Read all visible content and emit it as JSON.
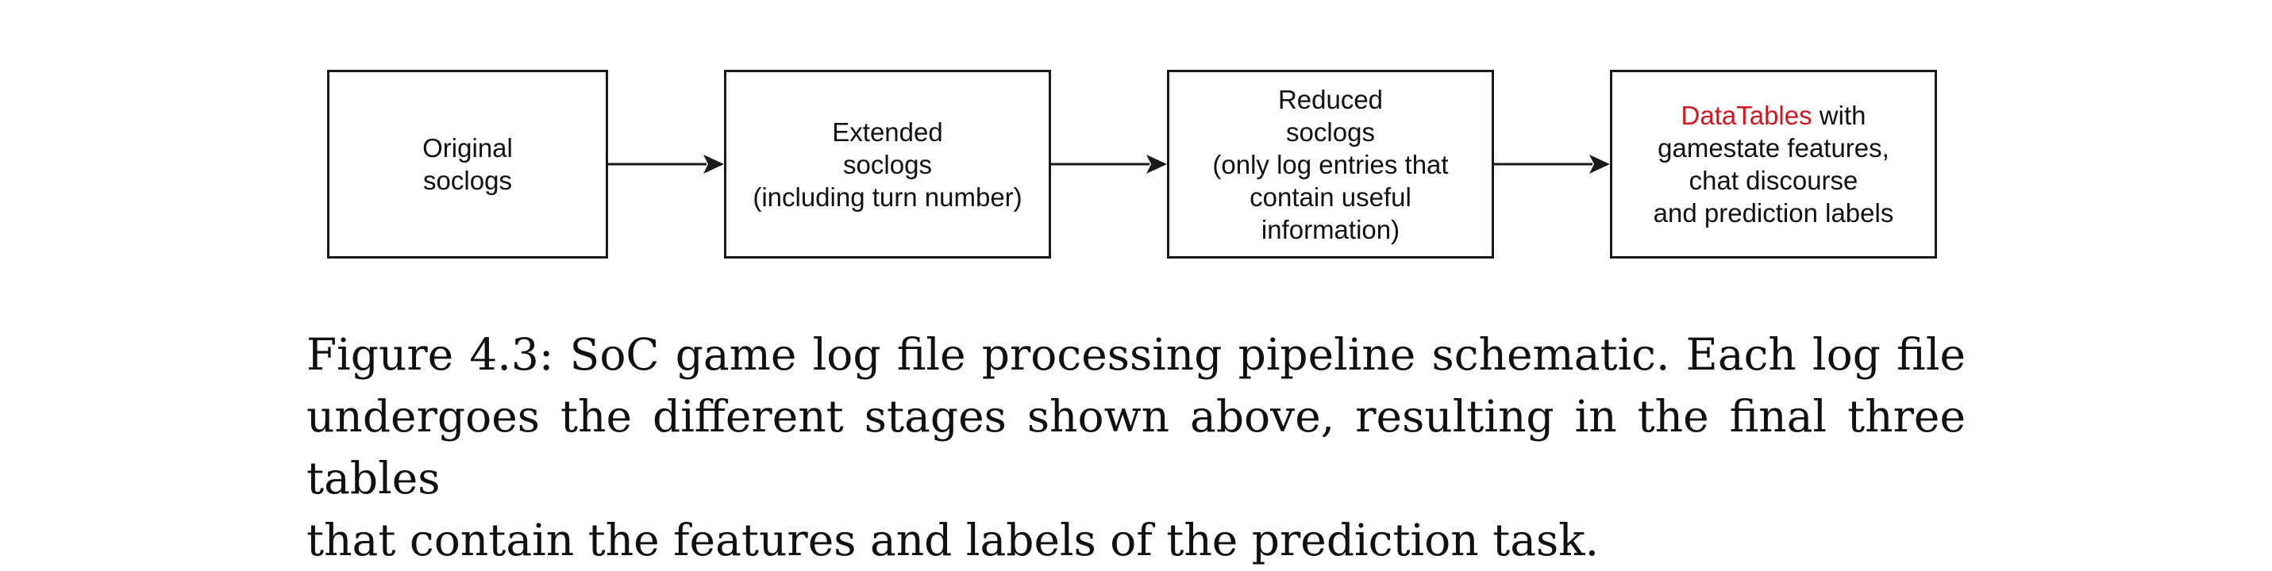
{
  "diagram": {
    "boxes": [
      {
        "lines": [
          "Original",
          "soclogs"
        ]
      },
      {
        "lines": [
          "Extended",
          "soclogs",
          "(including turn number)"
        ]
      },
      {
        "lines": [
          "Reduced",
          "soclogs",
          "(only log entries that",
          "contain useful",
          "information)"
        ]
      },
      {
        "highlight": "DataTables",
        "first_line_rest": " with",
        "lines": [
          "gamestate features,",
          "chat discourse",
          "and prediction labels"
        ],
        "highlight_color": "#d0161e"
      }
    ]
  },
  "caption": {
    "lines": [
      "Figure 4.3: SoC game log file processing pipeline schematic.  Each log file",
      "undergoes the different stages shown above, resulting in the final three tables",
      "that contain the features and labels of the prediction task."
    ]
  }
}
